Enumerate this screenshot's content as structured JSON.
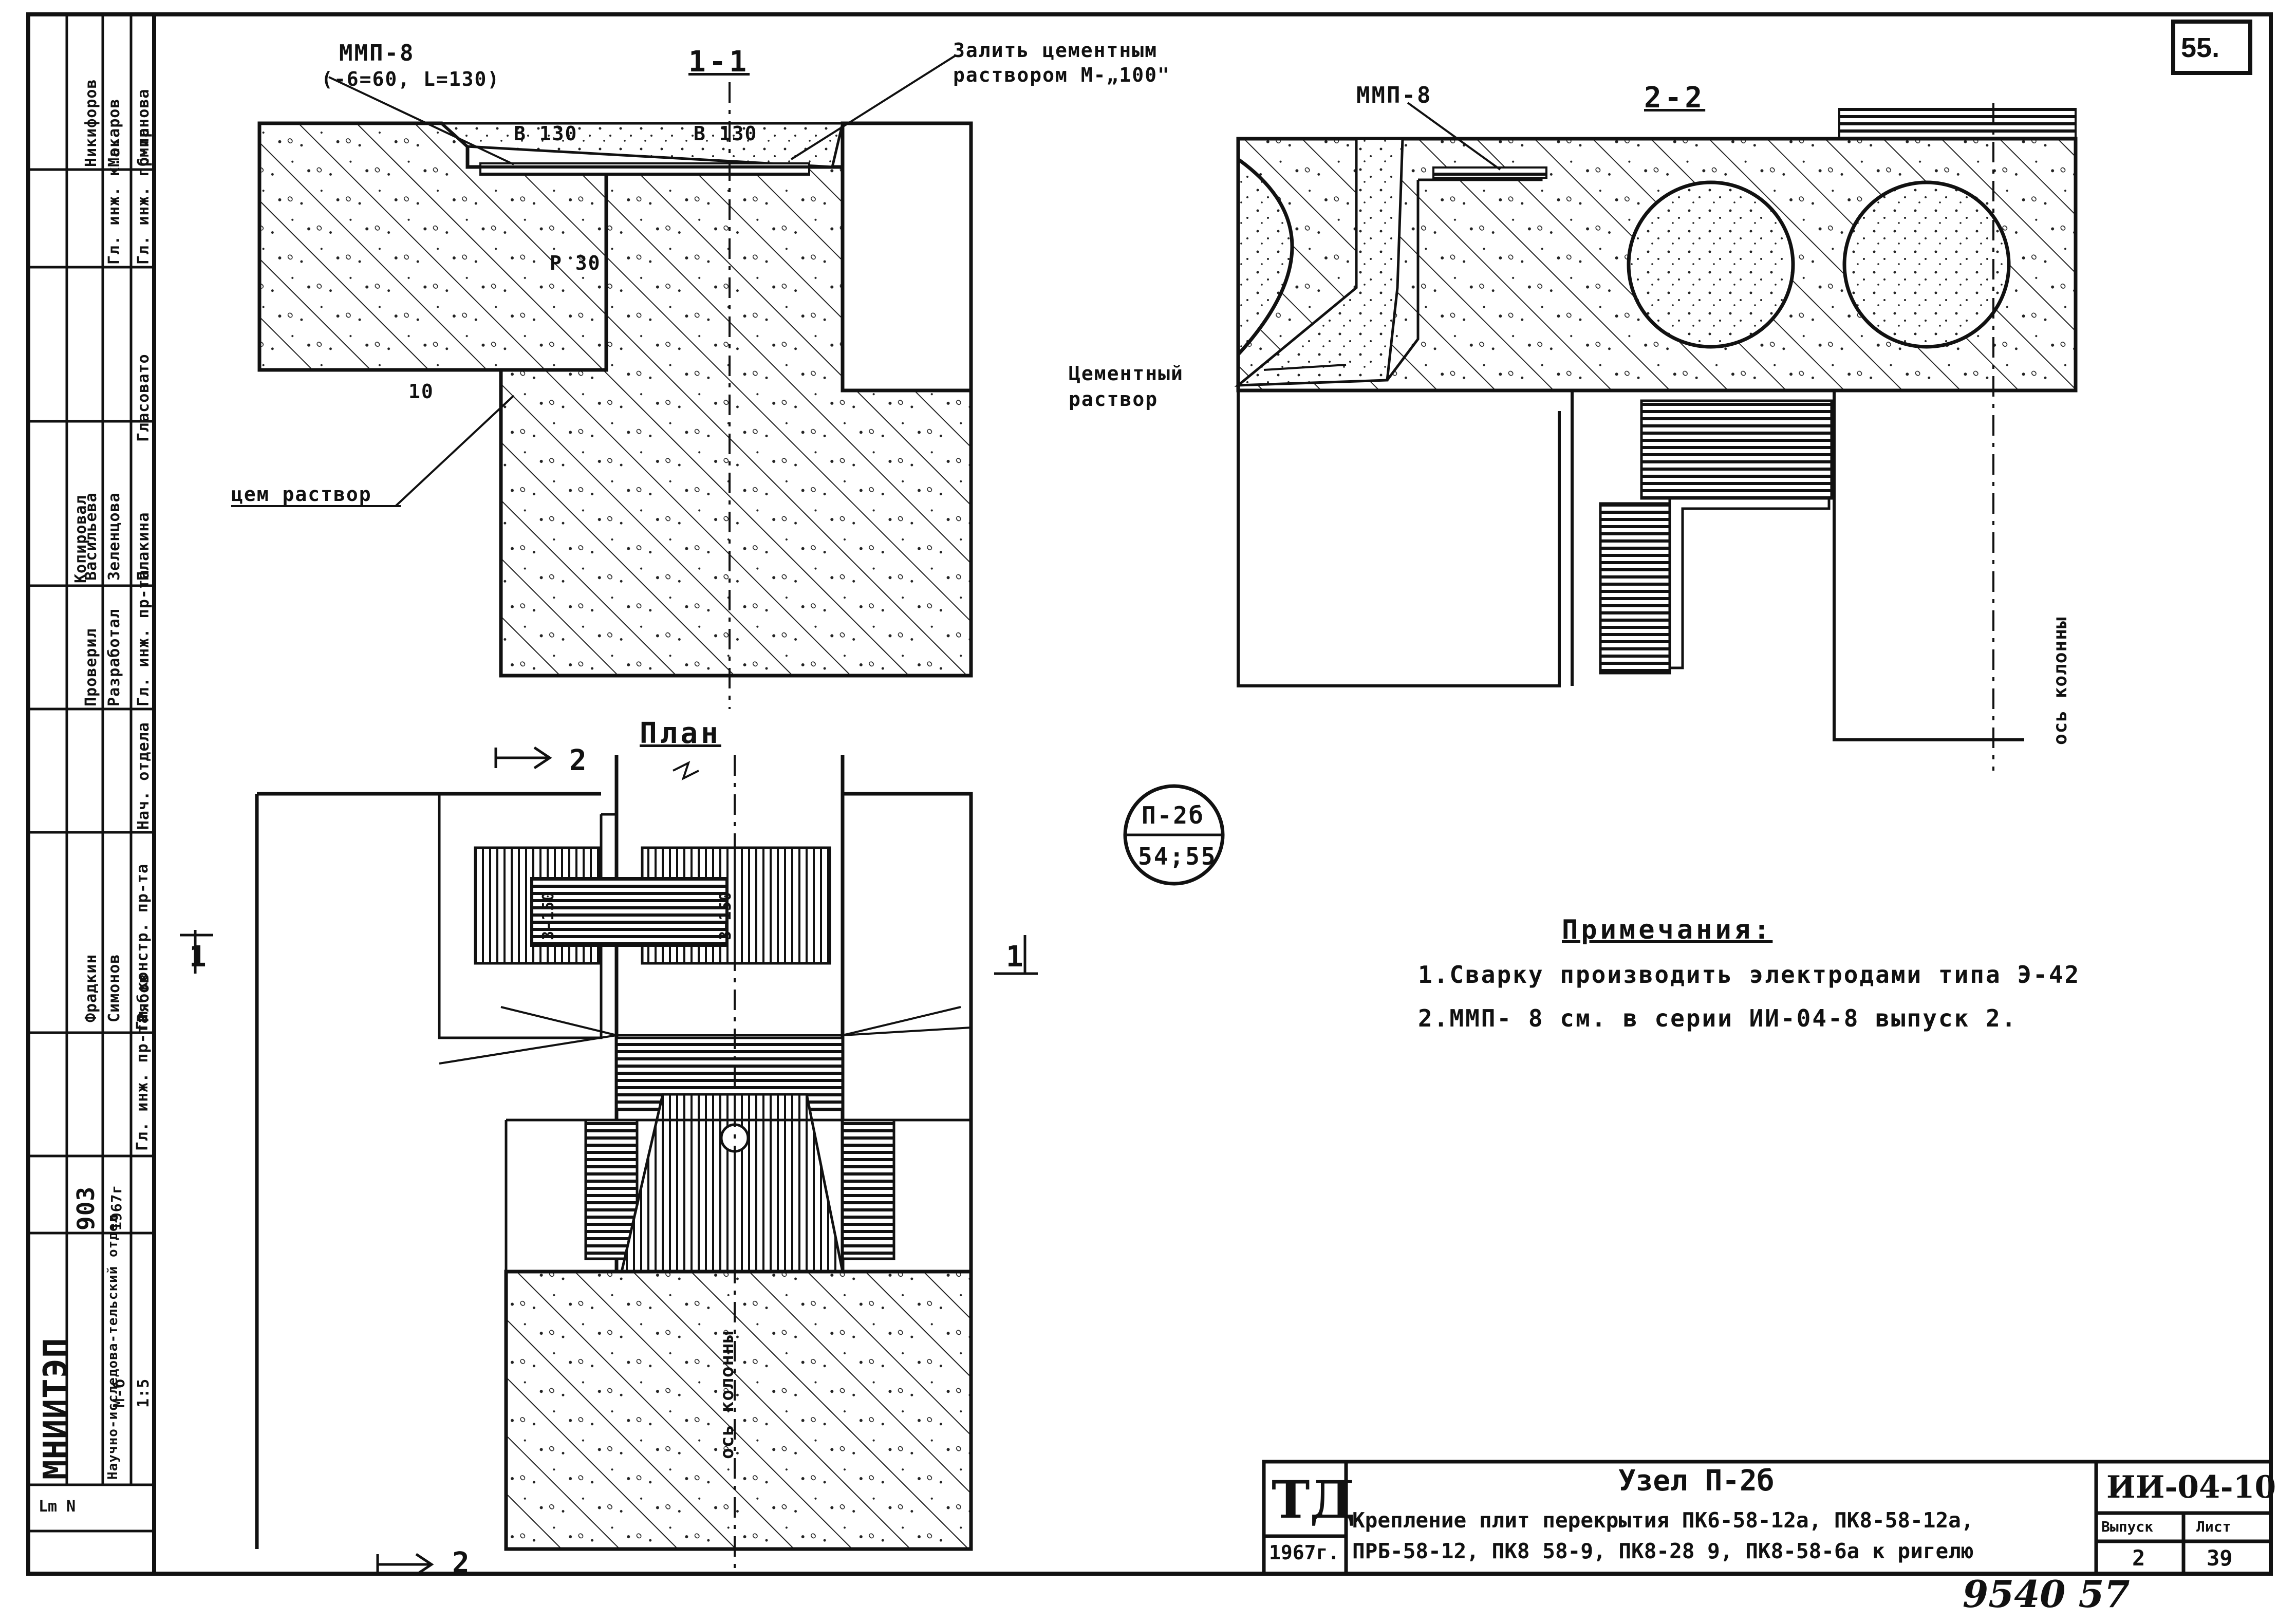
{
  "sheet": {
    "page_number": "55.",
    "handwritten_number": "9540 57",
    "colors": {
      "ink": "#111111",
      "paper": "#ffffff",
      "hatch_dark": "#222222"
    }
  },
  "section_1_1": {
    "title": "1-1",
    "mmp_label": "ММП-8",
    "mmp_dims": "(-6=60, L=130)",
    "fill_note_line1": "Залить цементным",
    "fill_note_line2": "раствором М-„100\"",
    "dim_left": "B 130",
    "dim_right": "B 130",
    "dim_small": "P 30",
    "dim_10": "10",
    "cement_label": "цем раствор"
  },
  "section_2_2": {
    "title": "2-2",
    "mmp_label": "ММП-8",
    "cement_label_line1": "Цементный",
    "cement_label_line2": "раствор",
    "column_axis": "ось колонны"
  },
  "plan": {
    "title": "План",
    "mark_top": "2",
    "mark_bottom": "2",
    "mark_left": "1",
    "mark_right": "1",
    "dim_a": "3-150",
    "dim_b": "3-150",
    "column_axis": "ось колонны"
  },
  "node_callout": {
    "top": "П-2б",
    "bottom": "54;55"
  },
  "notes": {
    "heading": "Примечания:",
    "line1": "1.Сварку производить электродами типа Э-42",
    "line2": "2.ММП- 8 см. в серии   ИИ-04-8 выпуск 2."
  },
  "title_block": {
    "stamp": "ТД",
    "year": "1967г.",
    "title": "Узел П-2б",
    "desc_line1": "Крепление плит перекрытия ПК6-58-12а, ПК8-58-12а,",
    "desc_line2": "ПРБ-58-12, ПК8 58-9, ПК8-28 9, ПК8-58-6а к ригелю",
    "series": "ИИ-04-10",
    "issue_label": "Выпуск",
    "issue_value": "2",
    "sheet_label": "Лист",
    "sheet_value": "39"
  },
  "side_stamp": {
    "org": "МНИИТЭП",
    "dept": "Научно-исследова-тельский отдел",
    "code": "903",
    "year": "1967г",
    "scale_label": "М-б",
    "scale": "1:5",
    "roles": [
      "Гл. инж. пр-та",
      "Гл. констр. пр-та",
      "Нач. отдела",
      "Гл. инж. пр-та",
      "Разработал",
      "Проверил",
      "Копировал",
      "Гл. инж. к.о.",
      "Гл. инж. пр-та"
    ],
    "names": [
      "Рябов",
      "Симонов",
      "Фрадкин",
      "Гласовато",
      "Плакина",
      "Зеленцова",
      "Васильева",
      "Смирнова",
      "Макаров",
      "Никифоров"
    ],
    "cell_note": "Lm N"
  }
}
